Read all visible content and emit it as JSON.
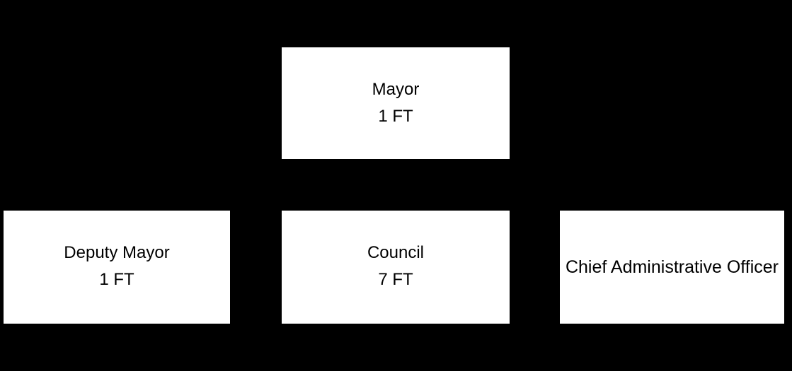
{
  "diagram": {
    "type": "organizational-chart",
    "background_color": "#000000",
    "node_fill_color": "#ffffff",
    "node_text_color": "#000000",
    "nodes": [
      {
        "id": "mayor",
        "title": "Mayor",
        "subtitle": "1 FT",
        "level": "top",
        "column": "center"
      },
      {
        "id": "deputy-mayor",
        "title": "Deputy Mayor",
        "subtitle": "1 FT",
        "level": "bottom",
        "column": "left"
      },
      {
        "id": "council",
        "title": "Council",
        "subtitle": "7 FT",
        "level": "bottom",
        "column": "center"
      },
      {
        "id": "cao",
        "title": "Chief Administrative Officer",
        "subtitle": "",
        "level": "bottom",
        "column": "right"
      }
    ]
  }
}
